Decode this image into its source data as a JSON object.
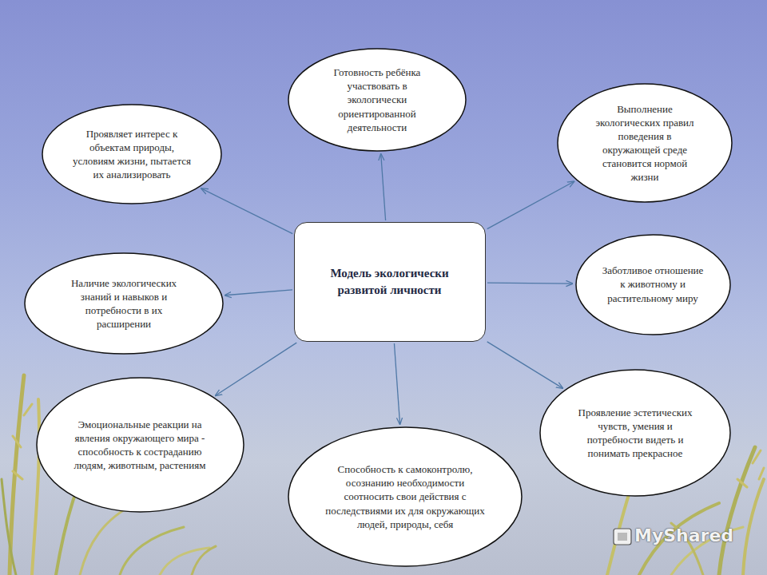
{
  "diagram": {
    "nodes": [
      {
        "text": [
          "Проявляет интерес к объектам природы, условиям жизни, пытается их анализировать"
        ]
      },
      {
        "text": [
          "Готовность ребёнка участвовать в экологически ориентированной деятельности"
        ]
      },
      {
        "text": [
          "Выполнение экологических правил поведения в окружающей среде становится нормой жизни"
        ]
      },
      {
        "text": [
          "Модель экологически развитой личности"
        ]
      },
      {
        "text": [
          "Наличие экологических знаний и навыков и потребности в их расширении"
        ]
      },
      {
        "text": [
          "Заботливое отношение к животному и растительному миру"
        ]
      },
      {
        "text": [
          "Эмоциональные реакции на явления окружающего мира - способность к состраданию людям, животным, растениям"
        ]
      },
      {
        "text": [
          "Способность к самоконтролю, осознанию необходимости соотносить свои действия с последствиями их для окружающих людей, природы, себя"
        ]
      },
      {
        "text": [
          "Проявление эстетических чувств, умения и потребности видеть и понимать прекрасное"
        ]
      }
    ],
    "edges": [
      {
        "from": 3,
        "to": 0,
        "arrow": "to"
      },
      {
        "from": 3,
        "to": 1,
        "arrow": "to"
      },
      {
        "from": 3,
        "to": 2,
        "arrow": "to"
      },
      {
        "from": 3,
        "to": 4,
        "arrow": "to"
      },
      {
        "from": 3,
        "to": 5,
        "arrow": "to"
      },
      {
        "from": 3,
        "to": 6,
        "arrow": "to"
      },
      {
        "from": 3,
        "to": 7,
        "arrow": "to"
      },
      {
        "from": 3,
        "to": 8,
        "arrow": "to"
      }
    ],
    "labels": [
      "MyShared"
    ]
  }
}
